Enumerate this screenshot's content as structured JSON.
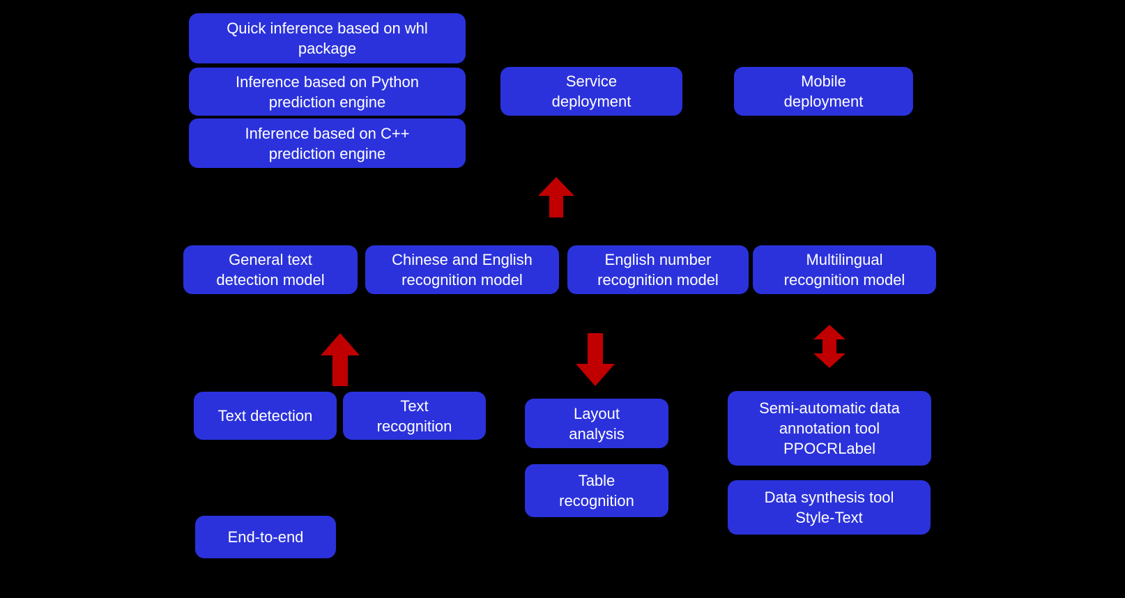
{
  "colors": {
    "background": "#000000",
    "box_fill": "#2B32DB",
    "box_text": "#FFFFFF",
    "arrow_red": "#C00000"
  },
  "boxes": {
    "quick_whl": {
      "label": "Quick inference based on whl\npackage"
    },
    "python_engine": {
      "label": "Inference based on Python\nprediction engine"
    },
    "cpp_engine": {
      "label": "Inference based on C++\nprediction engine"
    },
    "service_deployment": {
      "label": "Service\ndeployment"
    },
    "mobile_deployment": {
      "label": "Mobile\ndeployment"
    },
    "general_detection": {
      "label": "General text\ndetection model"
    },
    "cn_en_recognition": {
      "label": "Chinese and English\nrecognition model"
    },
    "en_num_recognition": {
      "label": "English number\nrecognition model"
    },
    "multilingual_recog": {
      "label": "Multilingual\nrecognition model"
    },
    "text_detection": {
      "label": "Text detection"
    },
    "text_recognition": {
      "label": "Text\nrecognition"
    },
    "layout_analysis": {
      "label": "Layout\nanalysis"
    },
    "table_recognition": {
      "label": "Table\nrecognition"
    },
    "ppocrlabel": {
      "label": "Semi-automatic data\nannotation tool\nPPOCRLabel"
    },
    "style_text": {
      "label": "Data synthesis tool\nStyle-Text"
    },
    "end_to_end": {
      "label": "End-to-end"
    }
  },
  "arrows": {
    "service": {
      "icon": "up-arrow-icon",
      "direction": "up"
    },
    "detection": {
      "icon": "up-arrow-icon",
      "direction": "up"
    },
    "layout": {
      "icon": "down-arrow-icon",
      "direction": "down"
    },
    "annotation": {
      "icon": "up-down-arrow-icon",
      "direction": "up-down"
    }
  }
}
